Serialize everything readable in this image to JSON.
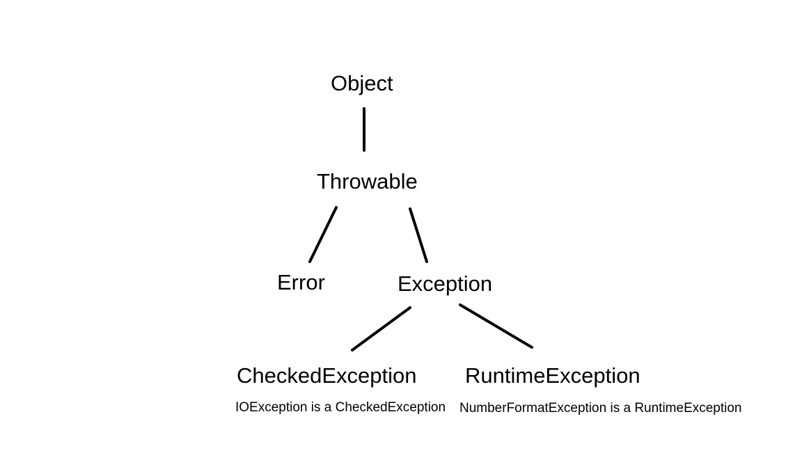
{
  "diagram": {
    "nodes": {
      "object": "Object",
      "throwable": "Throwable",
      "error": "Error",
      "exception": "Exception",
      "checked_exception": "CheckedException",
      "runtime_exception": "RuntimeException"
    },
    "notes": {
      "checked_example": "IOException is a CheckedException",
      "runtime_example": "NumberFormatException is a RuntimeException"
    },
    "edges": [
      {
        "from": "object",
        "to": "throwable"
      },
      {
        "from": "throwable",
        "to": "error"
      },
      {
        "from": "throwable",
        "to": "exception"
      },
      {
        "from": "exception",
        "to": "checked_exception"
      },
      {
        "from": "exception",
        "to": "runtime_exception"
      }
    ],
    "colors": {
      "background": "#ffffff",
      "line": "#000000",
      "text": "#000000"
    }
  }
}
